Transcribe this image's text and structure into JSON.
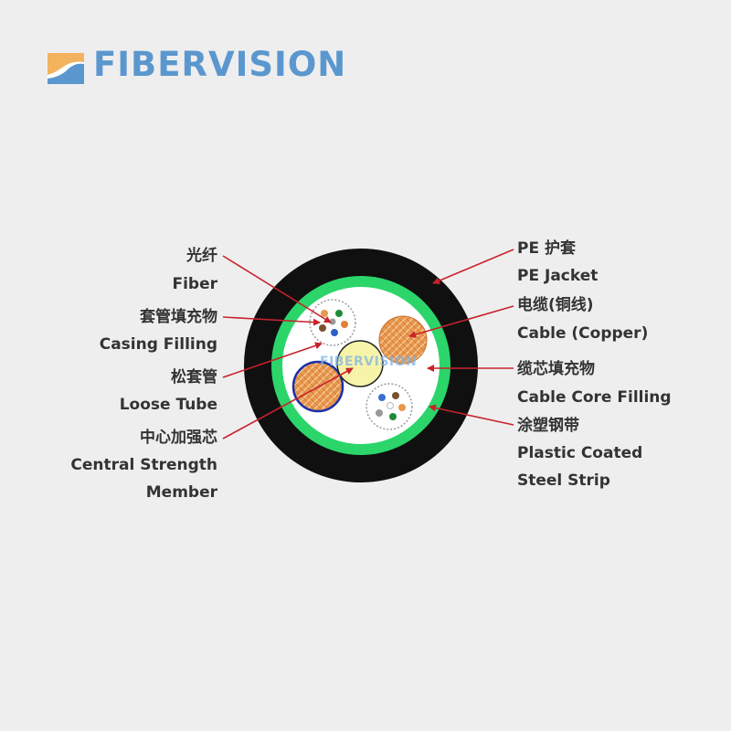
{
  "brand": {
    "name": "FIBERVISION",
    "watermark": "FIBERVISION"
  },
  "colors": {
    "jacket": "#101010",
    "steel_strip": "#2bd56a",
    "filling": "#ffffff",
    "copper": "#e8974d",
    "arrow": "#c8222b",
    "central_member": "#f7f4aa",
    "text": "#333333",
    "brand": "#5b97cf"
  },
  "labels_left": [
    {
      "zh": "光纤",
      "en": "Fiber"
    },
    {
      "zh": "套管填充物",
      "en": "Casing Filling"
    },
    {
      "zh": "松套管",
      "en": "Loose Tube"
    },
    {
      "zh": "中心加强芯",
      "en": "Central Strength",
      "en2": "Member"
    }
  ],
  "labels_right": [
    {
      "zh": "PE 护套",
      "en": "PE Jacket"
    },
    {
      "zh": "电缆(铜线)",
      "en": "Cable (Copper)"
    },
    {
      "zh": "缆芯填充物",
      "en": "Cable Core Filling"
    },
    {
      "zh": "涂塑钢带",
      "en": "Plastic Coated",
      "en2": "Steel Strip"
    }
  ]
}
